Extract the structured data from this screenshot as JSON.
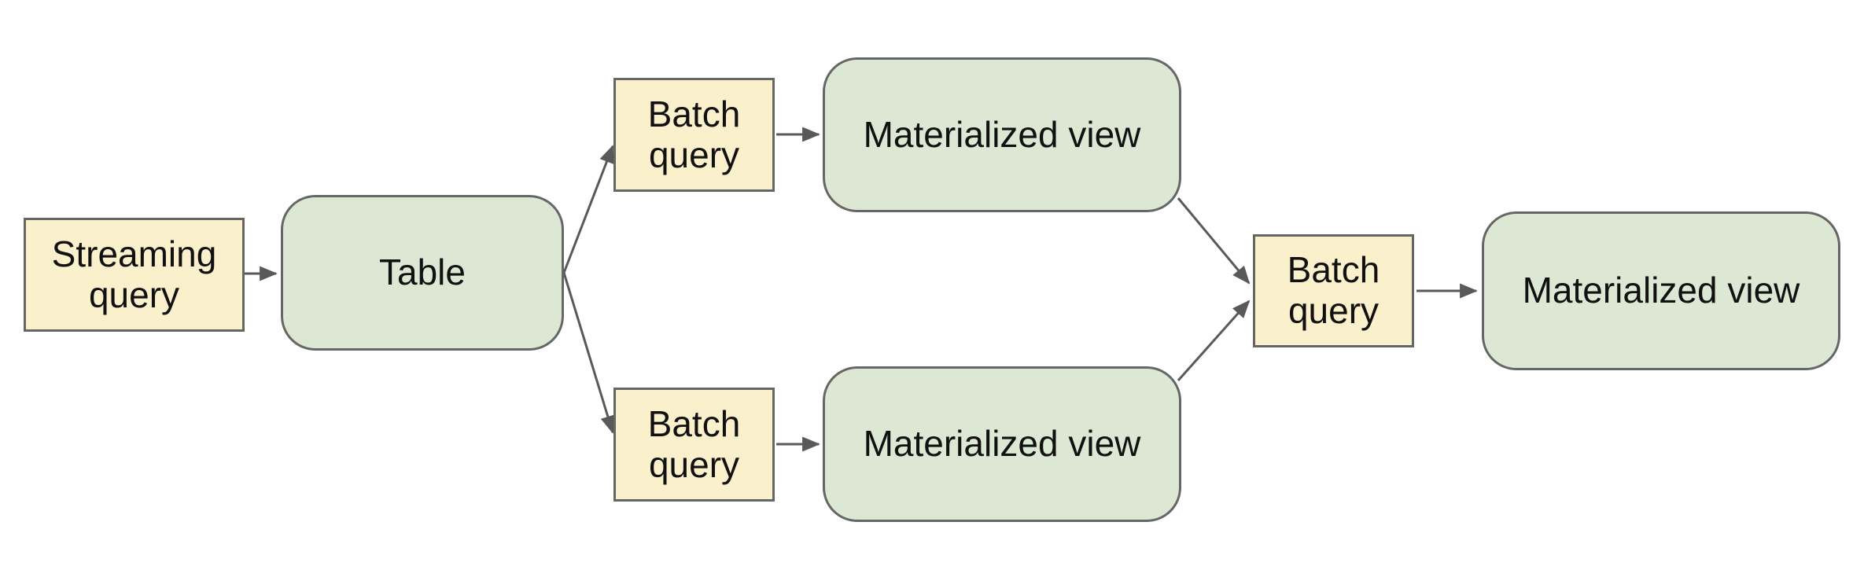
{
  "diagram": {
    "background": "#ffffff",
    "nodes": {
      "streaming_query": {
        "label": "Streaming query",
        "kind": "query",
        "fill": "#fbf0cc"
      },
      "table": {
        "label": "Table",
        "kind": "dataset",
        "fill": "#dce8d4"
      },
      "batch_query_top": {
        "label": "Batch query",
        "kind": "query",
        "fill": "#fbf0cc"
      },
      "materialized_view_top": {
        "label": "Materialized view",
        "kind": "dataset",
        "fill": "#dce8d4"
      },
      "batch_query_bottom": {
        "label": "Batch query",
        "kind": "query",
        "fill": "#fbf0cc"
      },
      "materialized_view_bottom": {
        "label": "Materialized view",
        "kind": "dataset",
        "fill": "#dce8d4"
      },
      "batch_query_right": {
        "label": "Batch query",
        "kind": "query",
        "fill": "#fbf0cc"
      },
      "materialized_view_right": {
        "label": "Materialized view",
        "kind": "dataset",
        "fill": "#dce8d4"
      }
    },
    "edges": [
      {
        "from": "streaming_query",
        "to": "table"
      },
      {
        "from": "table",
        "to": "batch_query_top"
      },
      {
        "from": "table",
        "to": "batch_query_bottom"
      },
      {
        "from": "batch_query_top",
        "to": "materialized_view_top"
      },
      {
        "from": "batch_query_bottom",
        "to": "materialized_view_bottom"
      },
      {
        "from": "materialized_view_top",
        "to": "batch_query_right"
      },
      {
        "from": "materialized_view_bottom",
        "to": "batch_query_right"
      },
      {
        "from": "batch_query_right",
        "to": "materialized_view_right"
      }
    ],
    "colors": {
      "node_border": "#666666",
      "connector": "#595959",
      "query_fill": "#fbf0cc",
      "dataset_fill": "#dce8d4",
      "text": "#111111"
    }
  }
}
